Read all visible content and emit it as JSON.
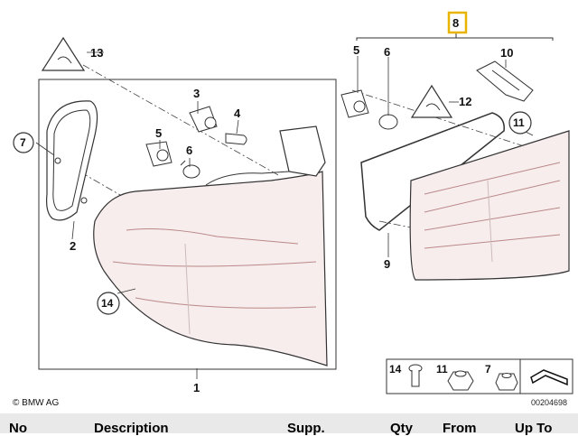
{
  "diagram": {
    "copyright": "© BMW AG",
    "image_code": "00204698",
    "callouts": {
      "c1": "1",
      "c2": "2",
      "c3": "3",
      "c4": "4",
      "c5a": "5",
      "c6a": "6",
      "c7": "7",
      "c8": "8",
      "c5b": "5",
      "c6b": "6",
      "c10": "10",
      "c11": "11",
      "c12": "12",
      "c13": "13",
      "c14": "14",
      "c9": "9"
    },
    "legend": {
      "l14": "14",
      "l11": "11",
      "l7": "7"
    }
  },
  "table": {
    "headers": [
      "No",
      "Description",
      "Supp.",
      "Qty",
      "From",
      "Up To"
    ]
  },
  "colors": {
    "highlight_box": "#e8b400",
    "line": "#333333",
    "lamp_tint": "#f3e6e6",
    "header_bg": "#e9e9e9"
  }
}
